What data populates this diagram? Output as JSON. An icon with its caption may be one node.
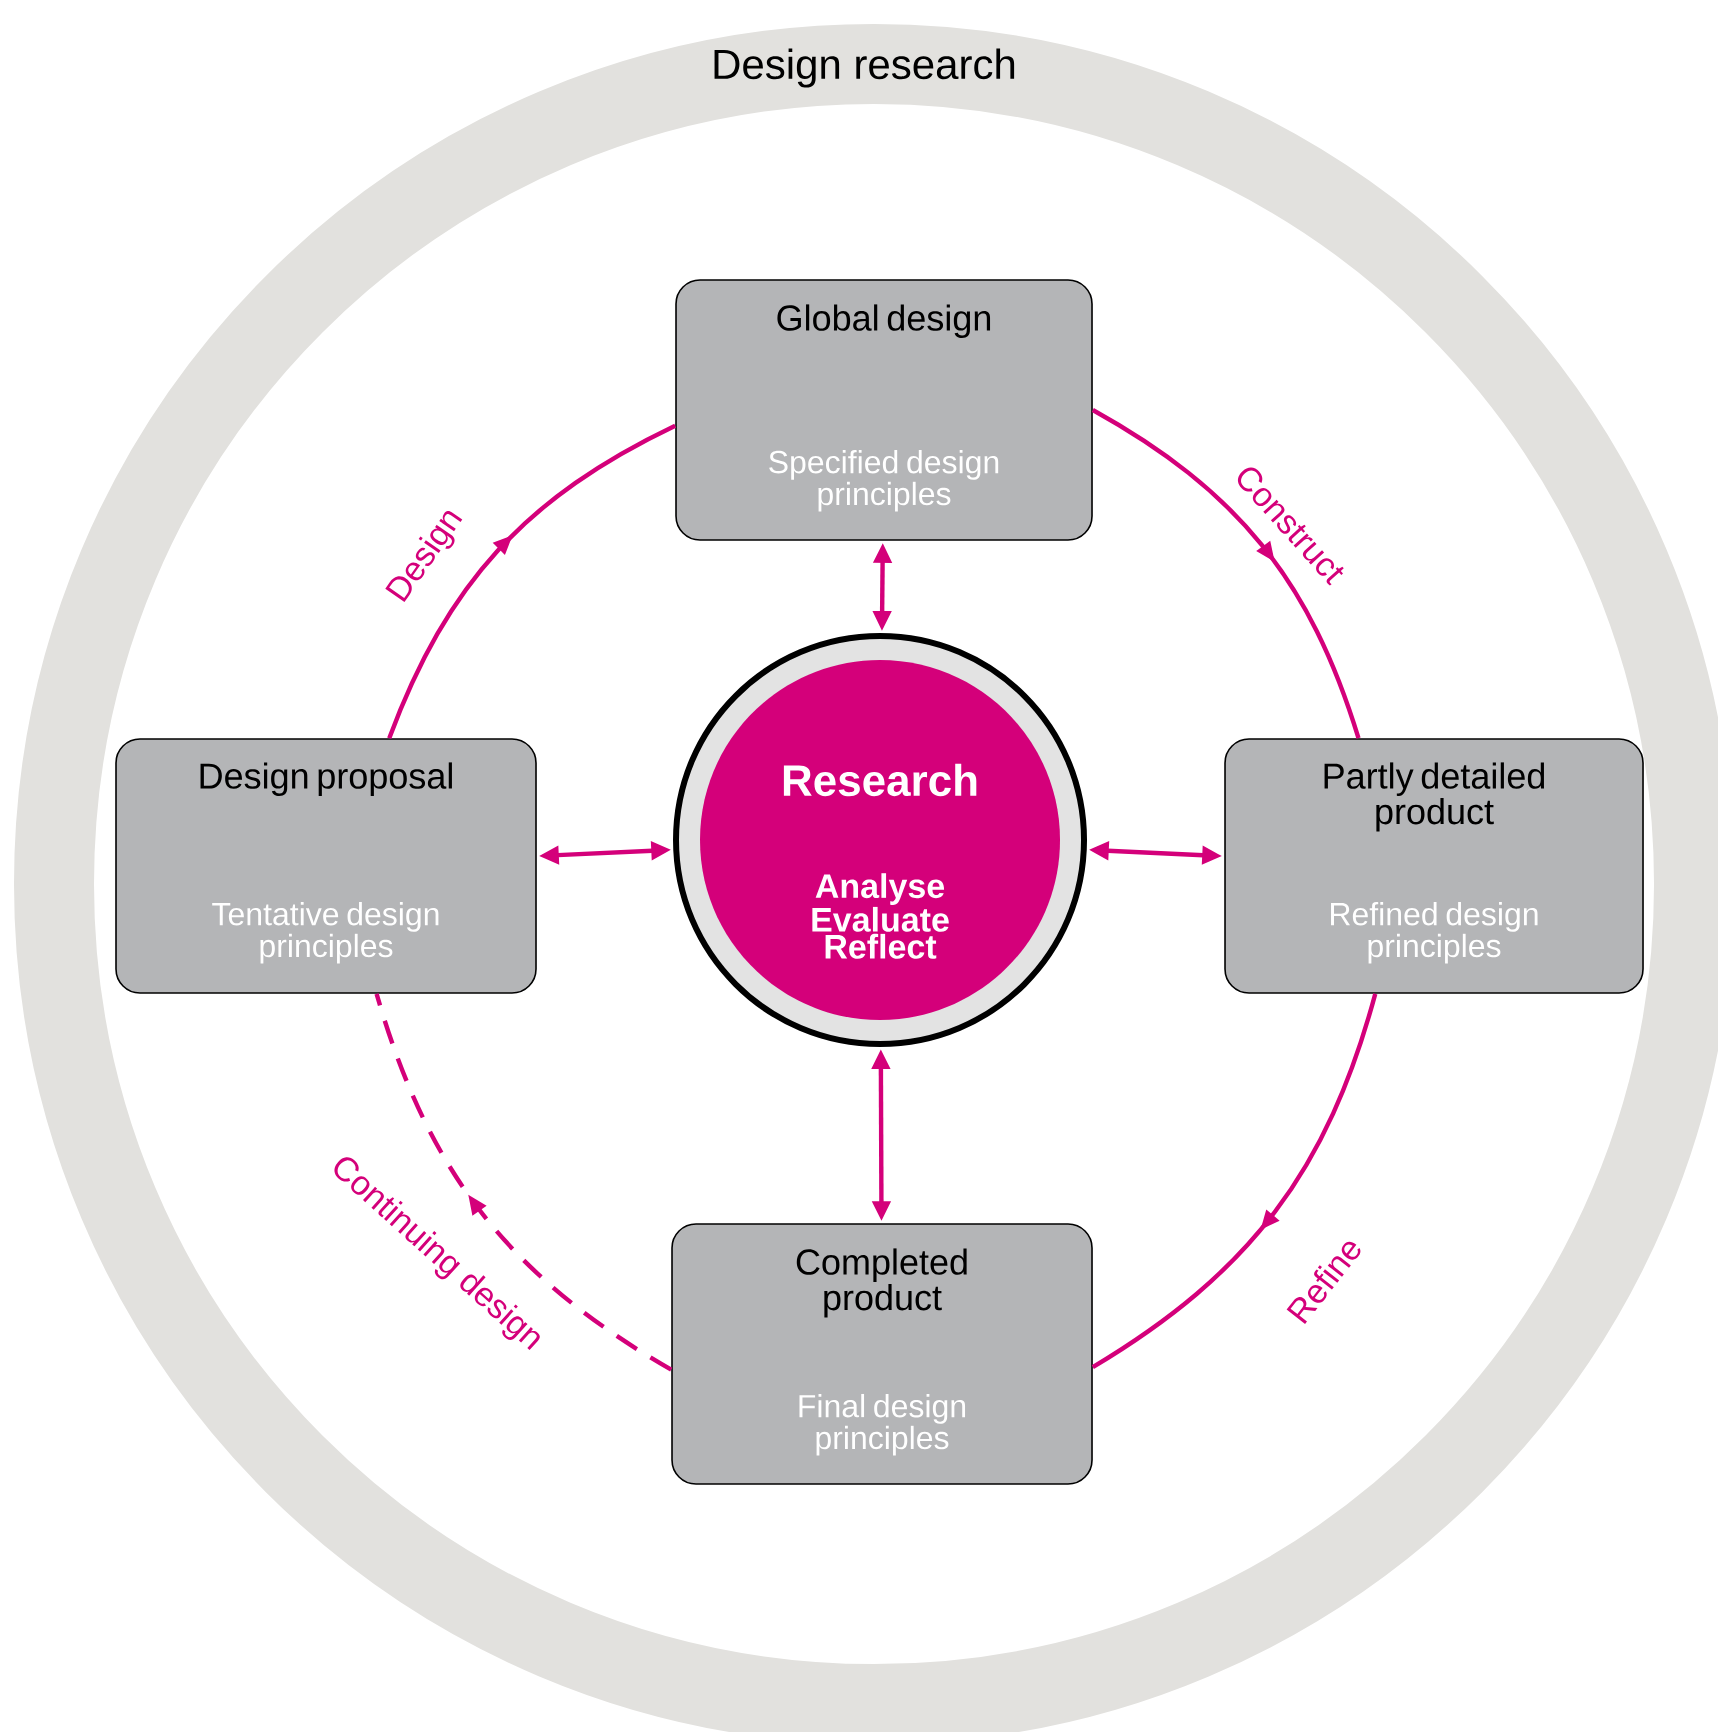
{
  "diagram": {
    "nodes": [
      {
        "text": [
          "Design research"
        ]
      },
      {
        "text": [
          "Global design",
          "Specified design principles"
        ],
        "in": 0
      },
      {
        "text": [
          "Design proposal",
          "Tentative design principles"
        ],
        "in": 0
      },
      {
        "text": [
          "Research",
          "Analyse Evaluate Reflect"
        ],
        "in": 0
      },
      {
        "text": [
          "Partly detailed product",
          "Refined design principles"
        ],
        "in": 0
      },
      {
        "text": [
          "Completed product",
          "Final design principles"
        ],
        "in": 0
      }
    ],
    "edges": [
      {
        "from": 2,
        "to": 1,
        "arrow": "to",
        "label": "Design"
      },
      {
        "from": 1,
        "to": 4,
        "arrow": "to",
        "label": "Construct"
      },
      {
        "from": 4,
        "to": 5,
        "arrow": "to",
        "label": "Refine"
      },
      {
        "from": 5,
        "to": 2,
        "arrow": "to",
        "label": "Continuing design",
        "style": "dashed"
      },
      {
        "from": 1,
        "to": 3,
        "arrow": "both"
      },
      {
        "from": 2,
        "to": 3,
        "arrow": "both"
      },
      {
        "from": 4,
        "to": 3,
        "arrow": "both"
      },
      {
        "from": 5,
        "to": 3,
        "arrow": "both"
      }
    ]
  }
}
